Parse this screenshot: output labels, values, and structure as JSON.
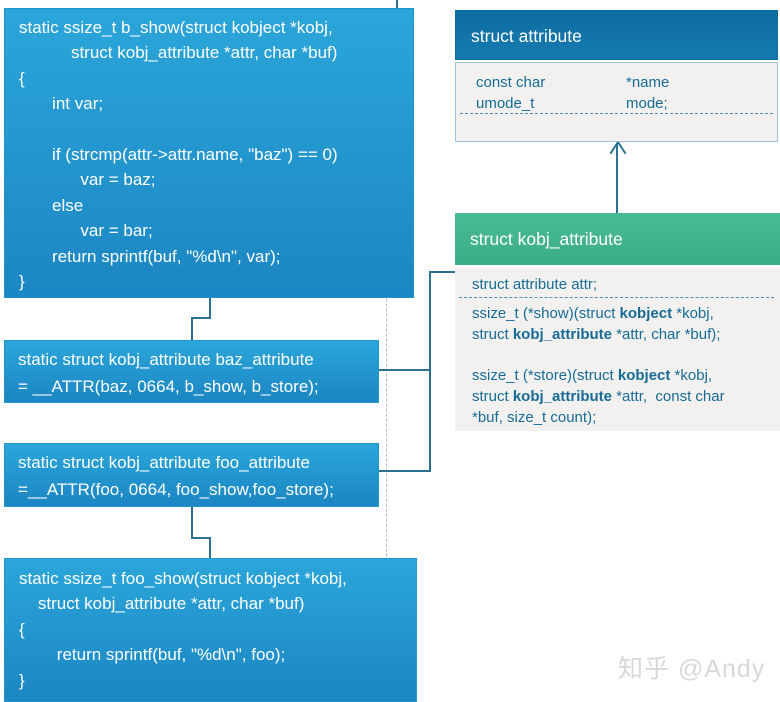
{
  "colors": {
    "box-blue-top": "#2ba6da",
    "box-blue-bottom": "#1b86c3",
    "box-blue-border": "#2196cb",
    "hdr-blue-top": "#0d6da1",
    "hdr-blue-bottom": "#167bb0",
    "hdr-green-top": "#49bb93",
    "hdr-green-bottom": "#3cae85",
    "body-bg": "#f2f1f0",
    "body-border": "#9fc2d6",
    "sep-blue": "#4d8cb4",
    "text-teal": "#176b95",
    "connector": "#2d7092",
    "dash-gray": "#b4bdc2",
    "watermark": "#d8d8d8"
  },
  "b_show_box": {
    "code": "static ssize_t b_show(struct kobject *kobj,\n           struct kobj_attribute *attr, char *buf)\n{\n       int var;\n\n       if (strcmp(attr->attr.name, \"baz\") == 0)\n             var = baz;\n       else\n             var = bar;\n       return sprintf(buf, \"%d\\n\", var);\n}"
  },
  "baz_box": {
    "code": "static struct kobj_attribute baz_attribute\n= __ATTR(baz, 0664, b_show, b_store);"
  },
  "foo_box": {
    "code": "static struct kobj_attribute foo_attribute\n=__ATTR(foo, 0664, foo_show,foo_store);"
  },
  "foo_show_box": {
    "code": "static ssize_t foo_show(struct kobject *kobj,\n    struct kobj_attribute *attr, char *buf)\n{\n        return sprintf(buf, \"%d\\n\", foo);\n}"
  },
  "attribute_box": {
    "title": "struct attribute",
    "fields": [
      {
        "type": "const char",
        "name": "*name"
      },
      {
        "type": "umode_t",
        "name": "mode;"
      }
    ]
  },
  "kobj_attribute_box": {
    "title": "struct kobj_attribute",
    "attr_field": "struct attribute attr;",
    "show_decl": [
      {
        "t": "ssize_t (*show)(struct "
      },
      {
        "t": "kobject",
        "b": true
      },
      {
        "t": " *kobj,\nstruct "
      },
      {
        "t": "kobj_attribute",
        "b": true
      },
      {
        "t": " *attr, char *buf);"
      }
    ],
    "store_decl": [
      {
        "t": "ssize_t (*store)(struct "
      },
      {
        "t": "kobject",
        "b": true
      },
      {
        "t": " *kobj,\nstruct "
      },
      {
        "t": "kobj_attribute",
        "b": true
      },
      {
        "t": " *attr,  const char\n*buf, size_t count);"
      }
    ]
  },
  "watermark": "知乎 @Andy"
}
